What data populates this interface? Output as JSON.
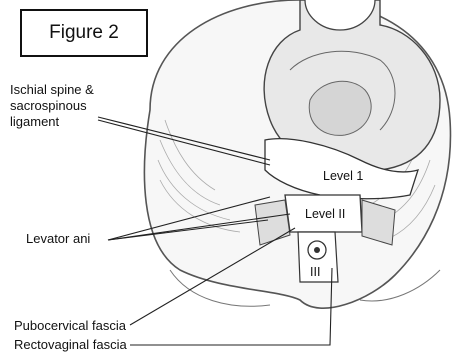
{
  "figure_label": "Figure 2",
  "labels": {
    "ischial_line1": "Ischial spine &",
    "ischial_line2": "sacrospinous",
    "ischial_line3": "ligament",
    "levator_ani": "Levator ani",
    "pubocervical": "Pubocervical fascia",
    "rectovaginal": "Rectovaginal fascia"
  },
  "levels": {
    "level1": "Level 1",
    "level2": "Level II",
    "level3": "III"
  }
}
